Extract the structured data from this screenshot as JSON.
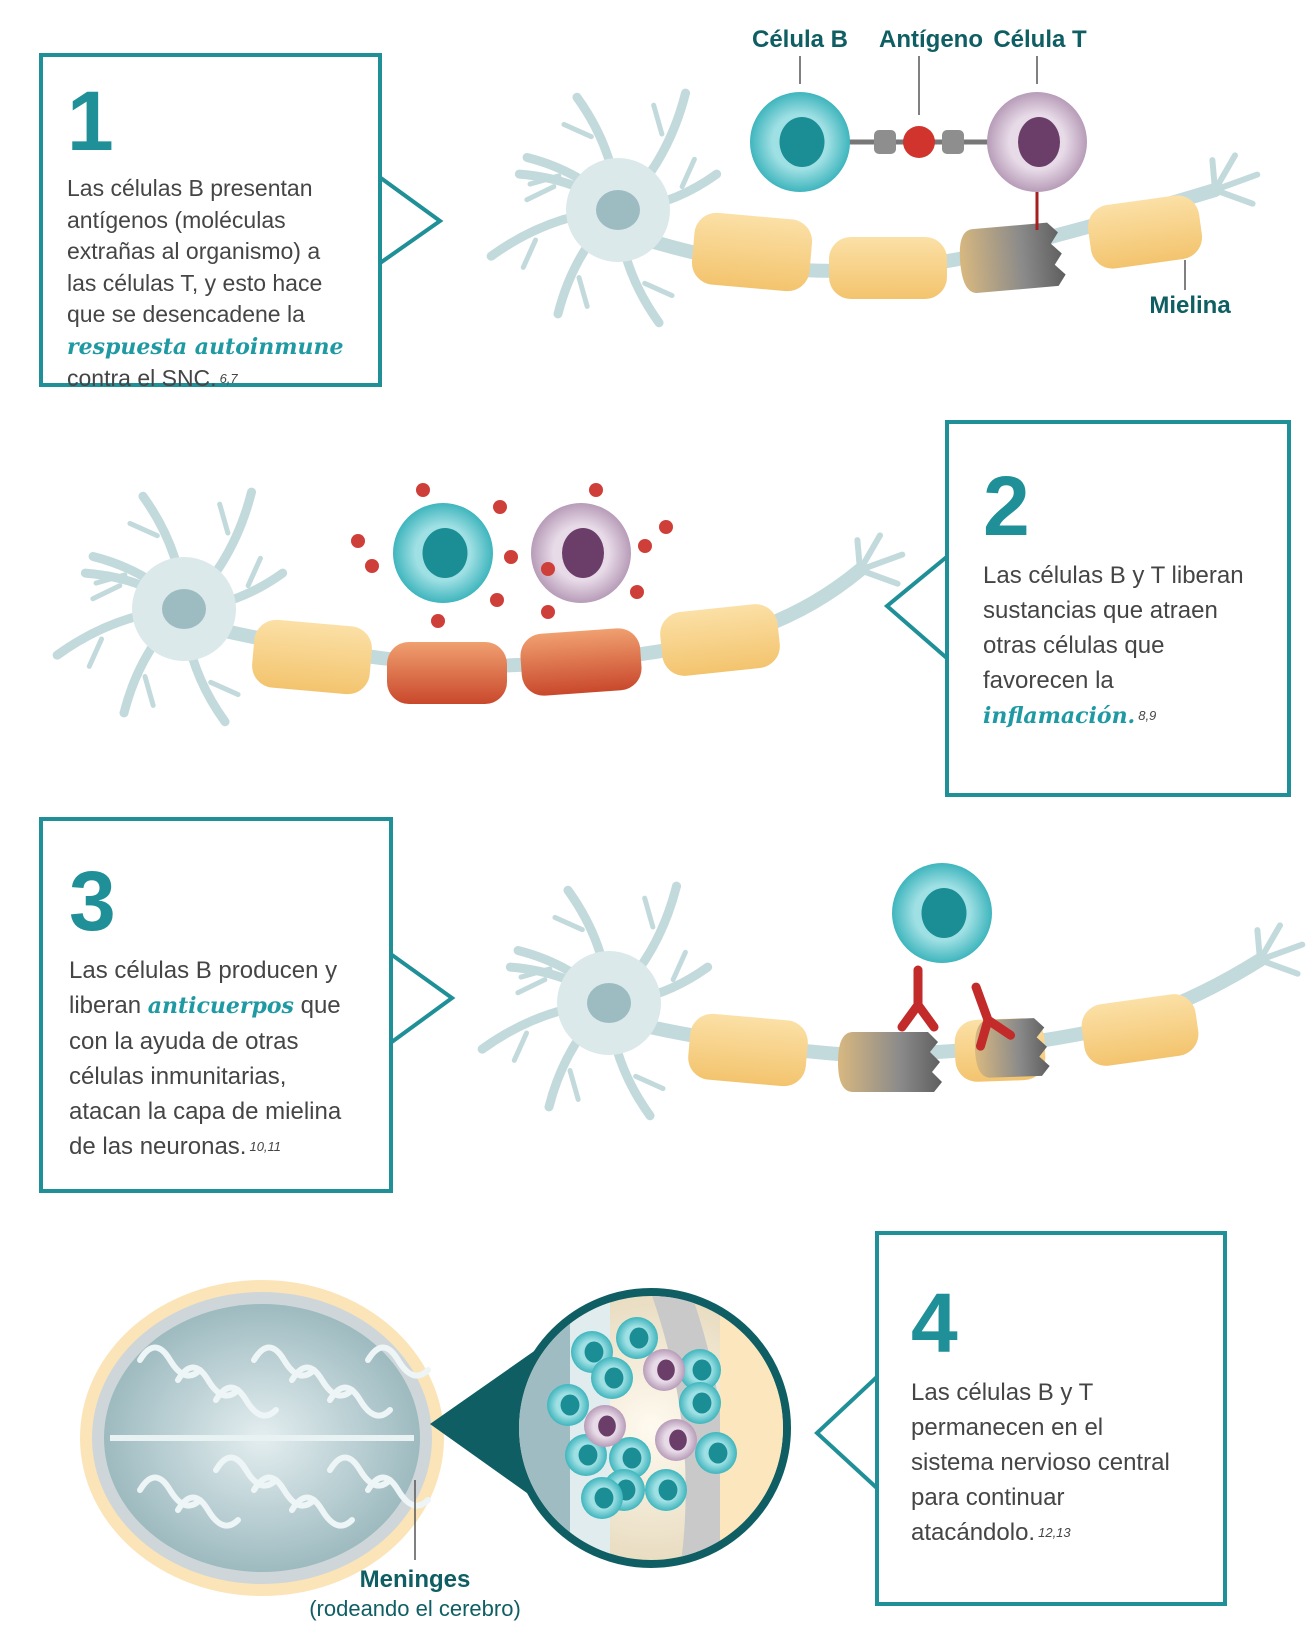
{
  "steps": [
    {
      "number": "1",
      "text_before": "Las células B presentan antígenos (moléculas extrañas al organismo) a las células T, y esto hace que se desencadene la",
      "highlight": "respuesta autoinmune",
      "text_after": "contra el SNC.",
      "refs": "6,7"
    },
    {
      "number": "2",
      "text_before": "Las células B y T liberan sustancias que atraen  otras células que favorecen la",
      "highlight": "inflamación.",
      "text_after": "",
      "refs": "8,9"
    },
    {
      "number": "3",
      "text_before": "Las células B producen y liberan",
      "highlight": "anticuerpos",
      "text_after": "que con la ayuda de otras células inmunitarias, atacan la capa de mielina de las neuronas.",
      "refs": "10,11"
    },
    {
      "number": "4",
      "text_before": "Las células B y T permanecen en el sistema nervioso central para continuar atacándolo.",
      "highlight": "",
      "text_after": "",
      "refs": "12,13"
    }
  ],
  "labels": {
    "b_cell": "Célula B",
    "antigen": "Antígeno",
    "t_cell": "Célula T",
    "myelin": "Mielina",
    "meninges": "Meninges",
    "meninges_sub": "(rodeando el cerebro)"
  },
  "colors": {
    "teal": "#1f8f98",
    "dark_teal": "#0f5e63",
    "myelin": "#f8d48a",
    "inflamed": "#d9603a",
    "b_cell": "#3fb5bd",
    "t_cell": "#7a4f78",
    "neuron": "#b9d3d8"
  }
}
